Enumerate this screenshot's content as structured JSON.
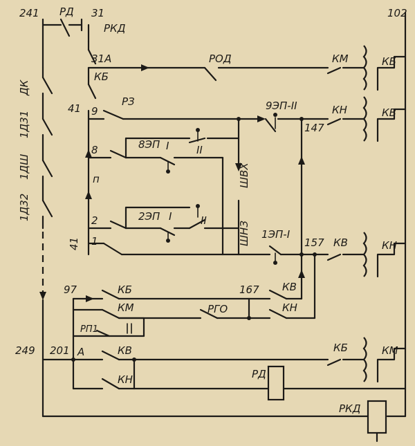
{
  "labels": {
    "n241": "241",
    "rd_top": "РД",
    "n31": "31",
    "rkd_top": "РКД",
    "n102": "102",
    "n31a": "31А",
    "rod": "РОД",
    "km_top": "КМ",
    "kb_coil_top": "КБ",
    "kb_sel": "КБ",
    "n41_top": "41",
    "p9": "9",
    "rz": "РЗ",
    "ezp2": "9ЭП-II",
    "kn_top": "КН",
    "kv_coil_top": "КВ",
    "n147": "147",
    "ezp8": "8ЭП",
    "r1a": "I",
    "r2a": "II",
    "p8": "8",
    "shvh": "ШВХ",
    "pn": "п",
    "ezp2b": "2ЭП",
    "r1b": "I",
    "r2b": "II",
    "p2": "2",
    "shnz": "ШНЗ",
    "p1": "1",
    "n41_bot": "41",
    "ezp1": "1ЭП-I",
    "n157": "157",
    "kv_mid": "КВ",
    "kn_coil_mid": "КН",
    "dk": "ДК",
    "d31": "1Д31",
    "dsh": "1ДШ",
    "d32": "1Д32",
    "n97": "97",
    "kb_97": "КБ",
    "km_97": "КМ",
    "rp1": "РП1",
    "rp1_num": "II",
    "rgo": "РГО",
    "n167": "167",
    "kv_167": "КВ",
    "kn_167": "КН",
    "n249": "249",
    "n201": "201",
    "a": "А",
    "kv_201": "КВ",
    "kn_201": "КН",
    "kb_bot": "КБ",
    "km_coil_bot": "КМ",
    "rd_coil": "РД",
    "rkd_coil": "РКД"
  }
}
